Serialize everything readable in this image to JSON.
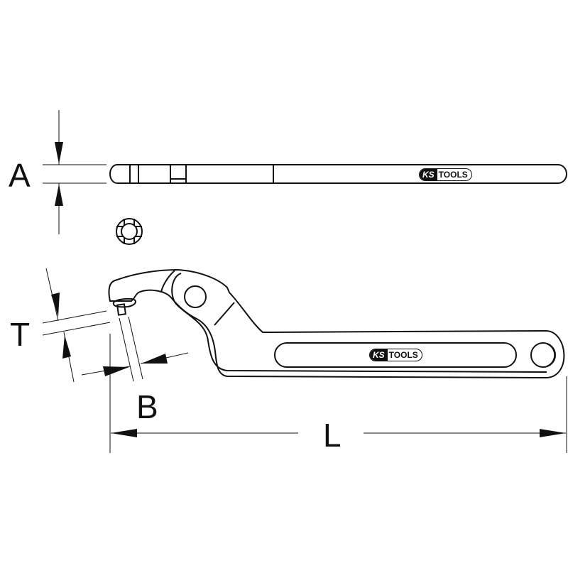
{
  "title": "Hook wrench technical drawing",
  "dimensions": {
    "a": "A",
    "t": "T",
    "b": "B",
    "l": "L"
  },
  "brand": {
    "ks": "KS",
    "tools": "TOOLS"
  },
  "colors": {
    "line": "#111111",
    "background": "#ffffff"
  }
}
